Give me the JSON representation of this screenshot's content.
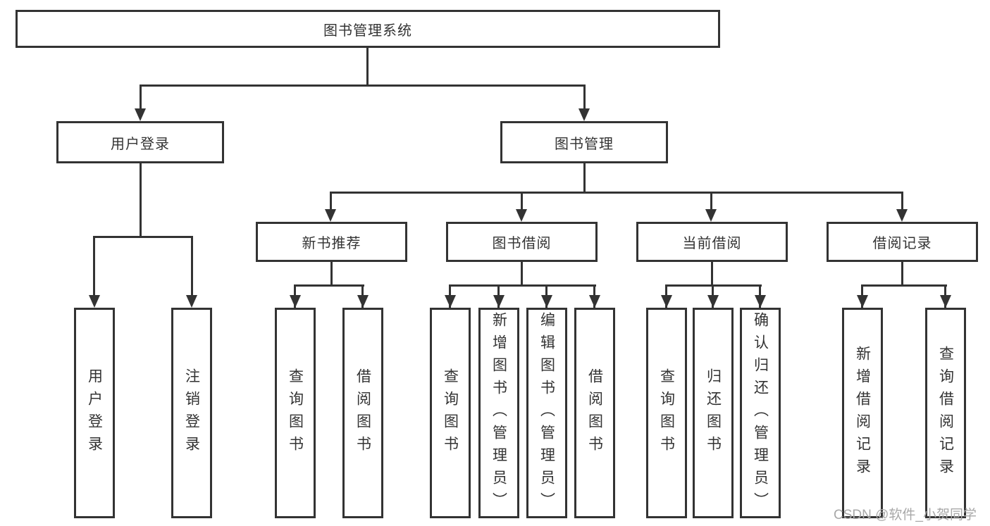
{
  "diagram": {
    "root": {
      "label": "图书管理系统"
    },
    "children": [
      {
        "label": "用户登录",
        "children": [
          {
            "label": "用户登录"
          },
          {
            "label": "注销登录"
          }
        ]
      },
      {
        "label": "图书管理",
        "children": [
          {
            "label": "新书推荐",
            "children": [
              {
                "label": "查询图书"
              },
              {
                "label": "借阅图书"
              }
            ]
          },
          {
            "label": "图书借阅",
            "children": [
              {
                "label": "查询图书"
              },
              {
                "label": "新增图书（管理员）"
              },
              {
                "label": "编辑图书（管理员）"
              },
              {
                "label": "借阅图书"
              }
            ]
          },
          {
            "label": "当前借阅",
            "children": [
              {
                "label": "查询图书"
              },
              {
                "label": "归还图书"
              },
              {
                "label": "确认归还（管理员）"
              }
            ]
          },
          {
            "label": "借阅记录",
            "children": [
              {
                "label": "新增借阅记录"
              },
              {
                "label": "查询借阅记录"
              }
            ]
          }
        ]
      }
    ]
  },
  "colors": {
    "line": "#333333",
    "text": "#333333",
    "background": "#ffffff",
    "watermark": "#a8a8a8"
  },
  "watermark": {
    "text": "CSDN @软件_小贺同学"
  }
}
